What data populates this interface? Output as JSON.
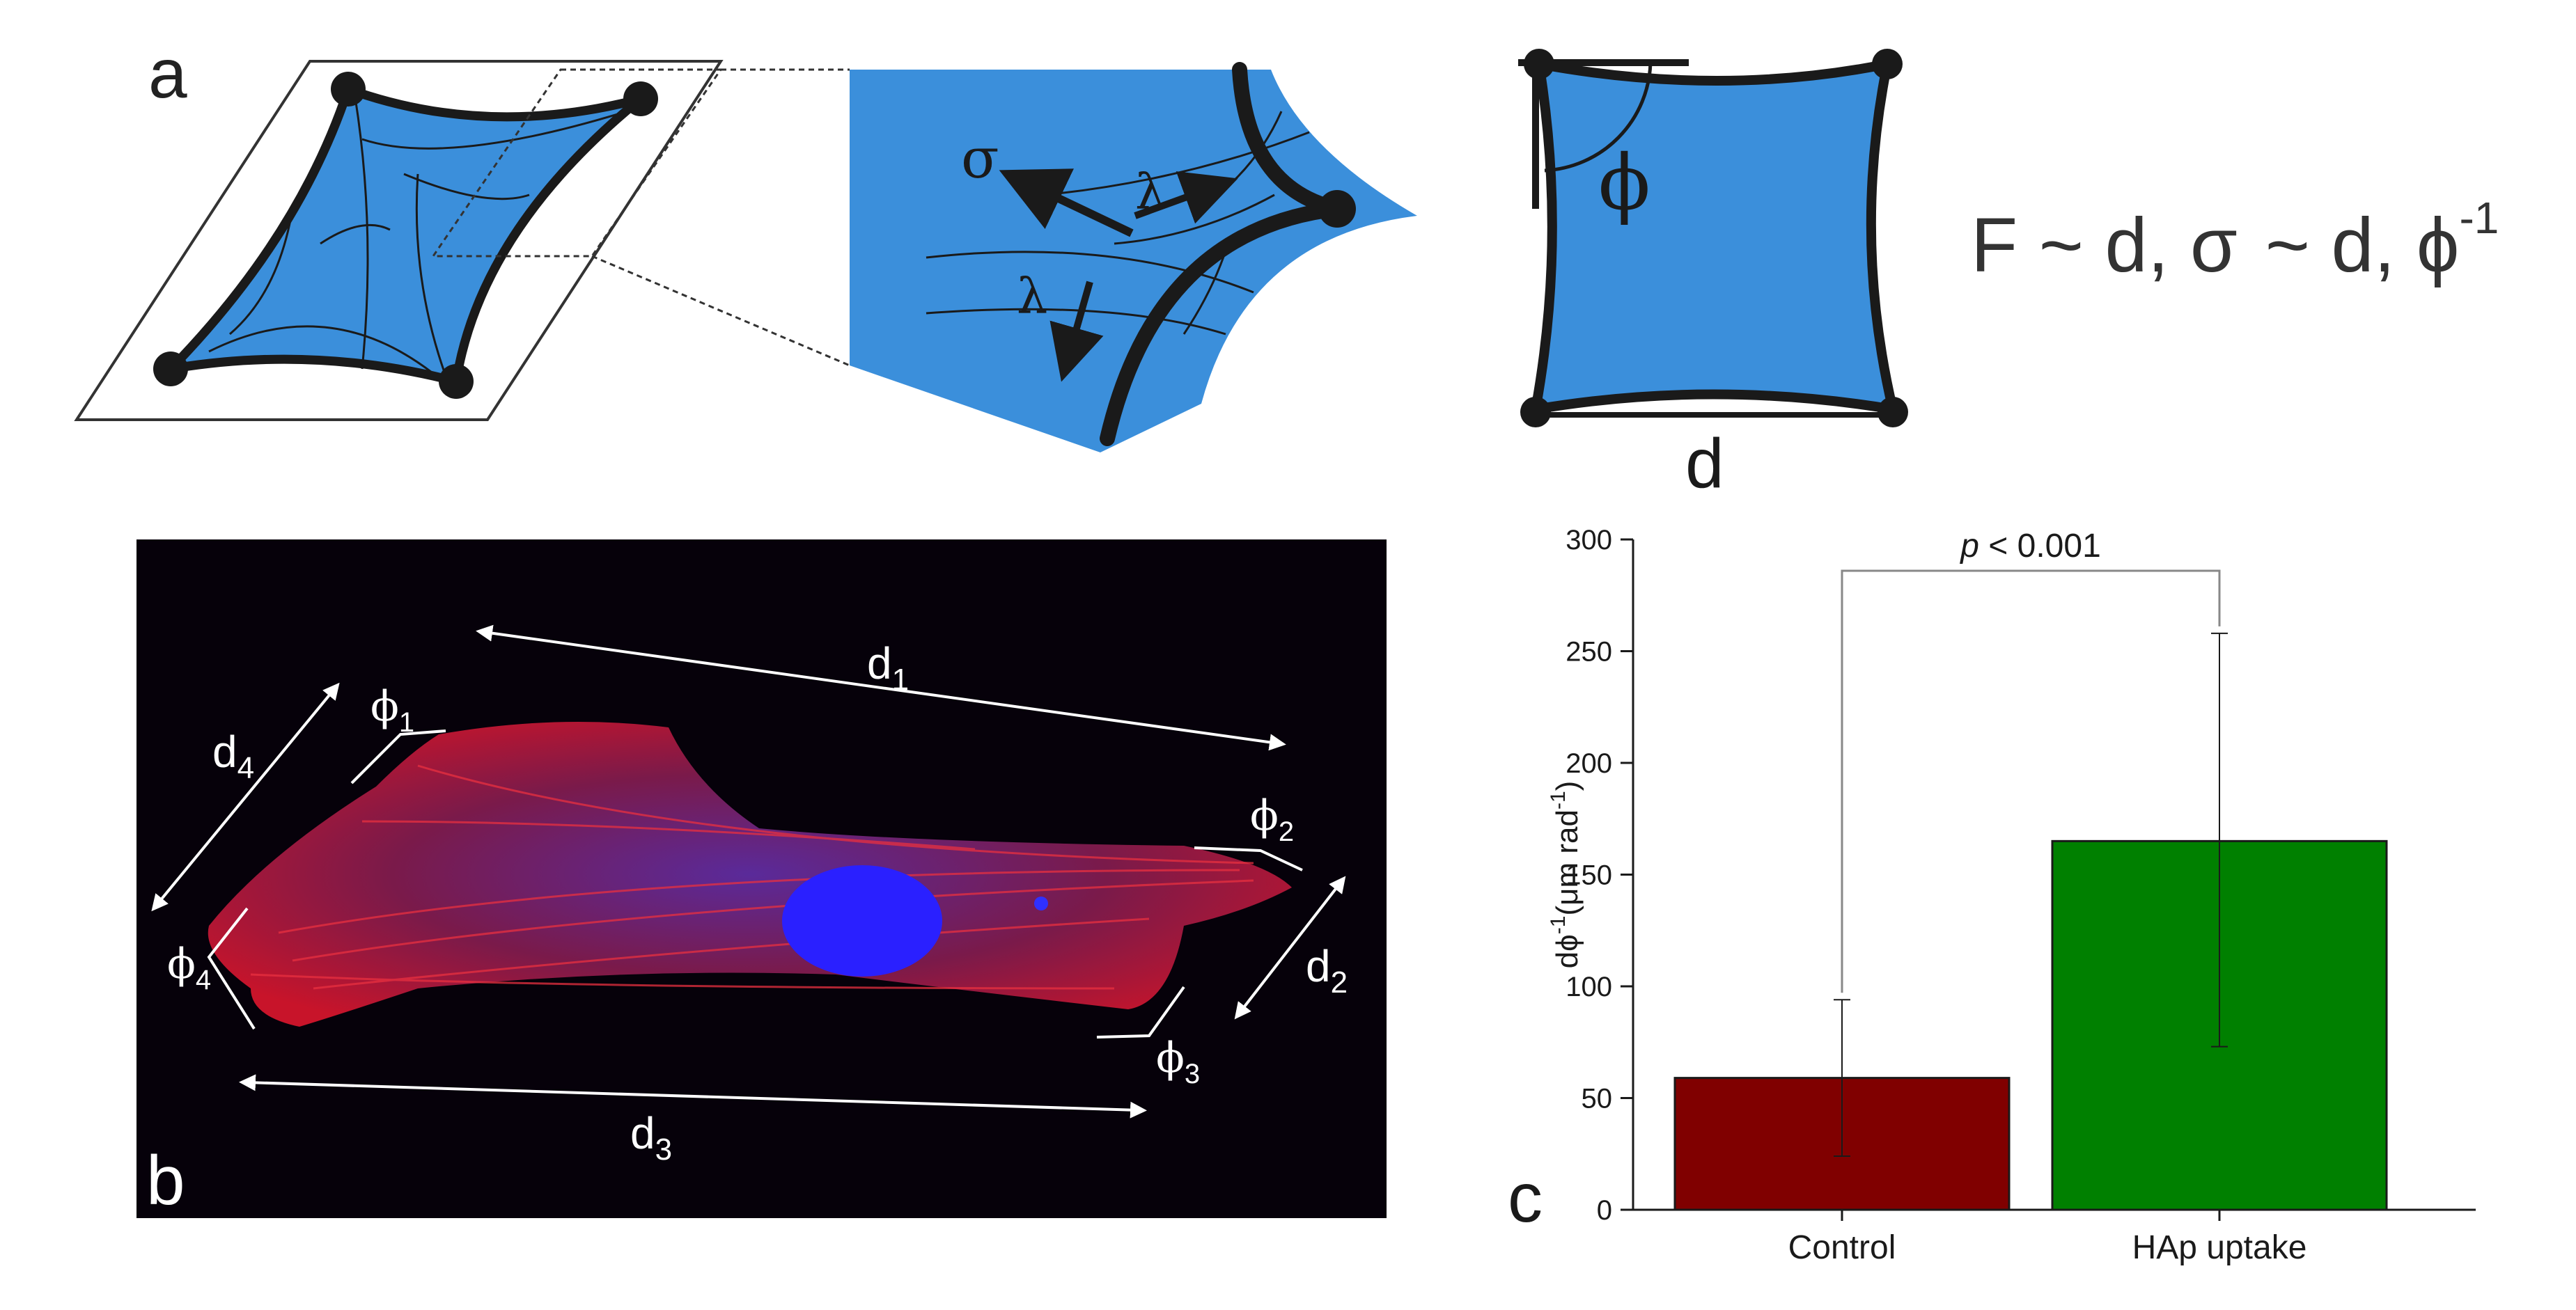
{
  "panels": {
    "a": {
      "label": "a",
      "sigma": "σ",
      "lambda": "λ",
      "phi": "ϕ",
      "d": "d",
      "formula": {
        "p1": "F ~ d, σ",
        "p2": "~ d, ϕ",
        "sup": "-1"
      }
    },
    "b": {
      "label": "b",
      "d": "d",
      "phi": "ϕ",
      "sub1": "1",
      "sub2": "2",
      "sub3": "3",
      "sub4": "4"
    },
    "c": {
      "label": "c"
    }
  },
  "colors": {
    "membrane": "#3b8fdb",
    "control_bar": "#800000",
    "hap_bar": "#008000",
    "micrograph_bg": "#06010a",
    "actin": "#d81a2a",
    "nucleus": "#2020ff"
  },
  "chart_data": {
    "type": "bar",
    "categories": [
      "Control",
      "HAp uptake"
    ],
    "values": [
      59,
      165
    ],
    "error_upper": [
      94,
      258
    ],
    "error_lower": [
      24,
      73
    ],
    "ylabel": {
      "base": "dϕ",
      "sup1": "-1",
      "mid": "(μm rad",
      "sup2": "-1",
      "end": ")"
    },
    "ylim": [
      0,
      300
    ],
    "yticks": [
      0,
      50,
      100,
      150,
      200,
      250,
      300
    ],
    "annotation": {
      "p": "p",
      "rest": " < 0.001"
    }
  }
}
